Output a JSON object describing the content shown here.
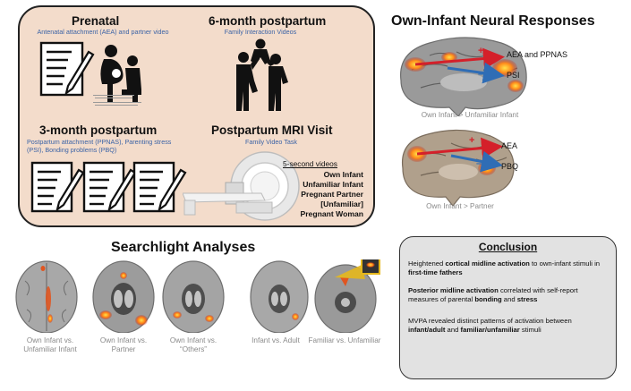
{
  "prenatal": {
    "title": "Prenatal",
    "subtitle": "Antenatal attachment (AEA) and partner video"
  },
  "six_month": {
    "title": "6-month postpartum",
    "subtitle": "Family Interaction Videos"
  },
  "three_month": {
    "title": "3-month postpartum",
    "subtitle": "Postpartum attachment (PPNAS), Parenting stress (PSI), Bonding problems (PBQ)"
  },
  "mri": {
    "title": "Postpartum MRI Visit",
    "subtitle": "Family Video Task"
  },
  "videos": {
    "header": "5-second videos",
    "items": [
      "Own Infant",
      "Unfamiliar Infant",
      "Pregnant Partner",
      "[Unfamiliar]",
      "Pregnant Woman"
    ]
  },
  "neural": {
    "title": "Own-Infant Neural Responses",
    "top": {
      "arrow1": "AEA and PPNAS",
      "arrow2": "PSI",
      "caption": "Own Infant > Unfamiliar Infant"
    },
    "bottom": {
      "arrow1": "AEA",
      "arrow2": "PBQ",
      "caption": "Own Infant > Partner"
    }
  },
  "searchlight": {
    "title": "Searchlight Analyses",
    "brains": [
      {
        "label": "Own Infant vs. Unfamiliar Infant"
      },
      {
        "label": "Own Infant vs. Partner"
      },
      {
        "label": "Own Infant vs. “Others”"
      },
      {
        "label": "Infant vs. Adult"
      },
      {
        "label": "Familiar vs. Unfamiliar"
      }
    ]
  },
  "conclusion": {
    "title": "Conclusion",
    "p1": [
      "Heightened ",
      "cortical midline activation",
      " to own-infant stimuli in ",
      "first-time fathers"
    ],
    "p2": [
      "Posterior midline activation",
      " correlated with self-report measures of parental ",
      "bonding",
      " and ",
      "stress"
    ],
    "p3": [
      "MVPA revealed distinct patterns of activation between ",
      "infant/adult",
      " and ",
      "familiar/unfamiliar",
      " stimuli"
    ]
  },
  "colors": {
    "panel_bg": "#f3dccb",
    "subtitle_blue": "#3b63a6",
    "arrow_red": "#d4202a",
    "arrow_blue": "#2f6db5",
    "conclusion_bg": "#e2e2e2"
  }
}
